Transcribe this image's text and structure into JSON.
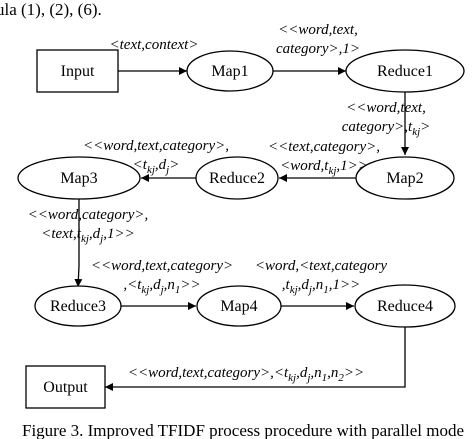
{
  "page": {
    "top_text": "ula (1), (2), (6).",
    "caption": "Figure 3. Improved TFIDF process procedure with parallel mode"
  },
  "nodes": {
    "input": "Input",
    "map1": "Map1",
    "reduce1": "Reduce1",
    "map2": "Map2",
    "reduce2": "Reduce2",
    "map3": "Map3",
    "reduce3": "Reduce3",
    "map4": "Map4",
    "reduce4": "Reduce4",
    "output": "Output"
  },
  "edges": {
    "input_map1": [
      {
        "lines": [
          [
            {
              "t": "<text,context>"
            }
          ]
        ]
      }
    ],
    "map1_reduce1": [
      {
        "lines": [
          [
            {
              "t": "<<word,text,"
            }
          ],
          [
            {
              "t": "category>,1>"
            }
          ]
        ]
      }
    ],
    "reduce1_map2": [
      {
        "lines": [
          [
            {
              "t": "<<word,text,"
            }
          ],
          [
            {
              "t": "category>,t"
            },
            {
              "t": "kj",
              "sub": true
            },
            {
              "t": ">"
            }
          ]
        ]
      }
    ],
    "map2_reduce2": [
      {
        "lines": [
          [
            {
              "t": "<<text,category>,"
            }
          ],
          [
            {
              "t": "<word,t"
            },
            {
              "t": "kj",
              "sub": true
            },
            {
              "t": ",1>>"
            }
          ]
        ]
      }
    ],
    "reduce2_map3": [
      {
        "lines": [
          [
            {
              "t": "<<word,text,category>,"
            }
          ],
          [
            {
              "t": "<t"
            },
            {
              "t": "kj",
              "sub": true
            },
            {
              "t": ",d"
            },
            {
              "t": "j",
              "sub": true
            },
            {
              "t": ">"
            }
          ]
        ]
      }
    ],
    "map3_reduce3": [
      {
        "lines": [
          [
            {
              "t": "<<word,category>,"
            }
          ],
          [
            {
              "t": "<text,t"
            },
            {
              "t": "kj",
              "sub": true
            },
            {
              "t": ",d"
            },
            {
              "t": "j",
              "sub": true
            },
            {
              "t": ",1>>"
            }
          ]
        ]
      }
    ],
    "reduce3_map4": [
      {
        "lines": [
          [
            {
              "t": "<<word,text,category>"
            }
          ],
          [
            {
              "t": ",<t"
            },
            {
              "t": "kj",
              "sub": true
            },
            {
              "t": ",d"
            },
            {
              "t": "j",
              "sub": true
            },
            {
              "t": ",n"
            },
            {
              "t": "1",
              "sub": true
            },
            {
              "t": ">>"
            }
          ]
        ]
      }
    ],
    "map4_reduce4": [
      {
        "lines": [
          [
            {
              "t": "<word,<text,category"
            }
          ],
          [
            {
              "t": ",t"
            },
            {
              "t": "kj",
              "sub": true
            },
            {
              "t": ",d"
            },
            {
              "t": "j",
              "sub": true
            },
            {
              "t": ",n"
            },
            {
              "t": "1",
              "sub": true
            },
            {
              "t": ",1>>"
            }
          ]
        ]
      }
    ],
    "reduce4_output": [
      {
        "lines": [
          [
            {
              "t": "<<word,text,category>,<t"
            },
            {
              "t": "kj",
              "sub": true
            },
            {
              "t": ",d"
            },
            {
              "t": "j",
              "sub": true
            },
            {
              "t": ",n"
            },
            {
              "t": "1",
              "sub": true
            },
            {
              "t": ",n"
            },
            {
              "t": "2",
              "sub": true
            },
            {
              "t": ">>"
            }
          ]
        ]
      }
    ]
  }
}
